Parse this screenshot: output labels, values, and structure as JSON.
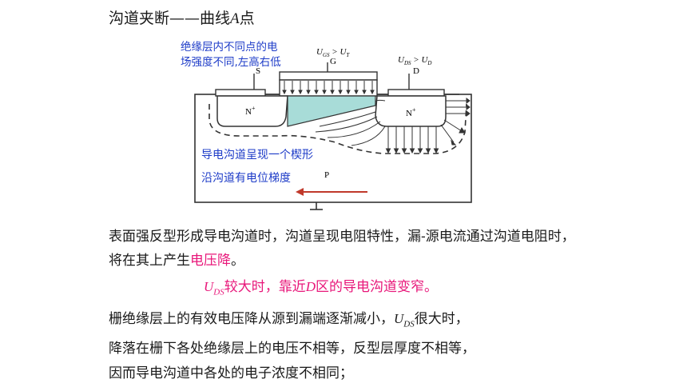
{
  "title": {
    "prefix": "沟道夹断——曲线",
    "point": "A",
    "suffix": "点"
  },
  "diagram": {
    "note_field": [
      "绝缘层内不同点的电",
      "场强度不同,左高右低"
    ],
    "note_wedge": "导电沟道呈现一个楔形",
    "note_gradient": "沿沟道有电位梯度",
    "gate_cond": "U",
    "gate_cond_sub": "GS",
    "gate_cond_rest": " > U",
    "gate_cond_sub2": "T",
    "drain_cond": "U",
    "drain_cond_sub": "DS",
    "drain_cond_rest": " > U",
    "drain_cond_sub2": "D",
    "label_s": "S",
    "label_g": "G",
    "label_d": "D",
    "label_n_left": "N",
    "label_n_right": "N",
    "label_plus": "+",
    "label_p": "P",
    "colors": {
      "wedge": "#a8dcd8",
      "arrow": "#c0392b",
      "note": "#1e3cc8"
    }
  },
  "para1": {
    "text": "表面强反型形成导电沟道时，沟道呈现电阻特性，漏-源电流通过沟道电阻时，将在其上产生",
    "emphasis": "电压降",
    "end": "。"
  },
  "highlight": {
    "u": "U",
    "sub": "DS",
    "text1": "较大时，靠近",
    "d": "D",
    "text2": "区的导电沟道变窄。"
  },
  "para2": {
    "line1a": "栅绝缘层上的有效电压降从源到漏端逐渐减小，",
    "line1_u": "U",
    "line1_sub": "DS",
    "line1b": "很大时，",
    "line2": "降落在栅下各处绝缘层上的电压不相等，反型层厚度不相等，",
    "line3": "因而导电沟道中各处的电子浓度不相同；"
  }
}
